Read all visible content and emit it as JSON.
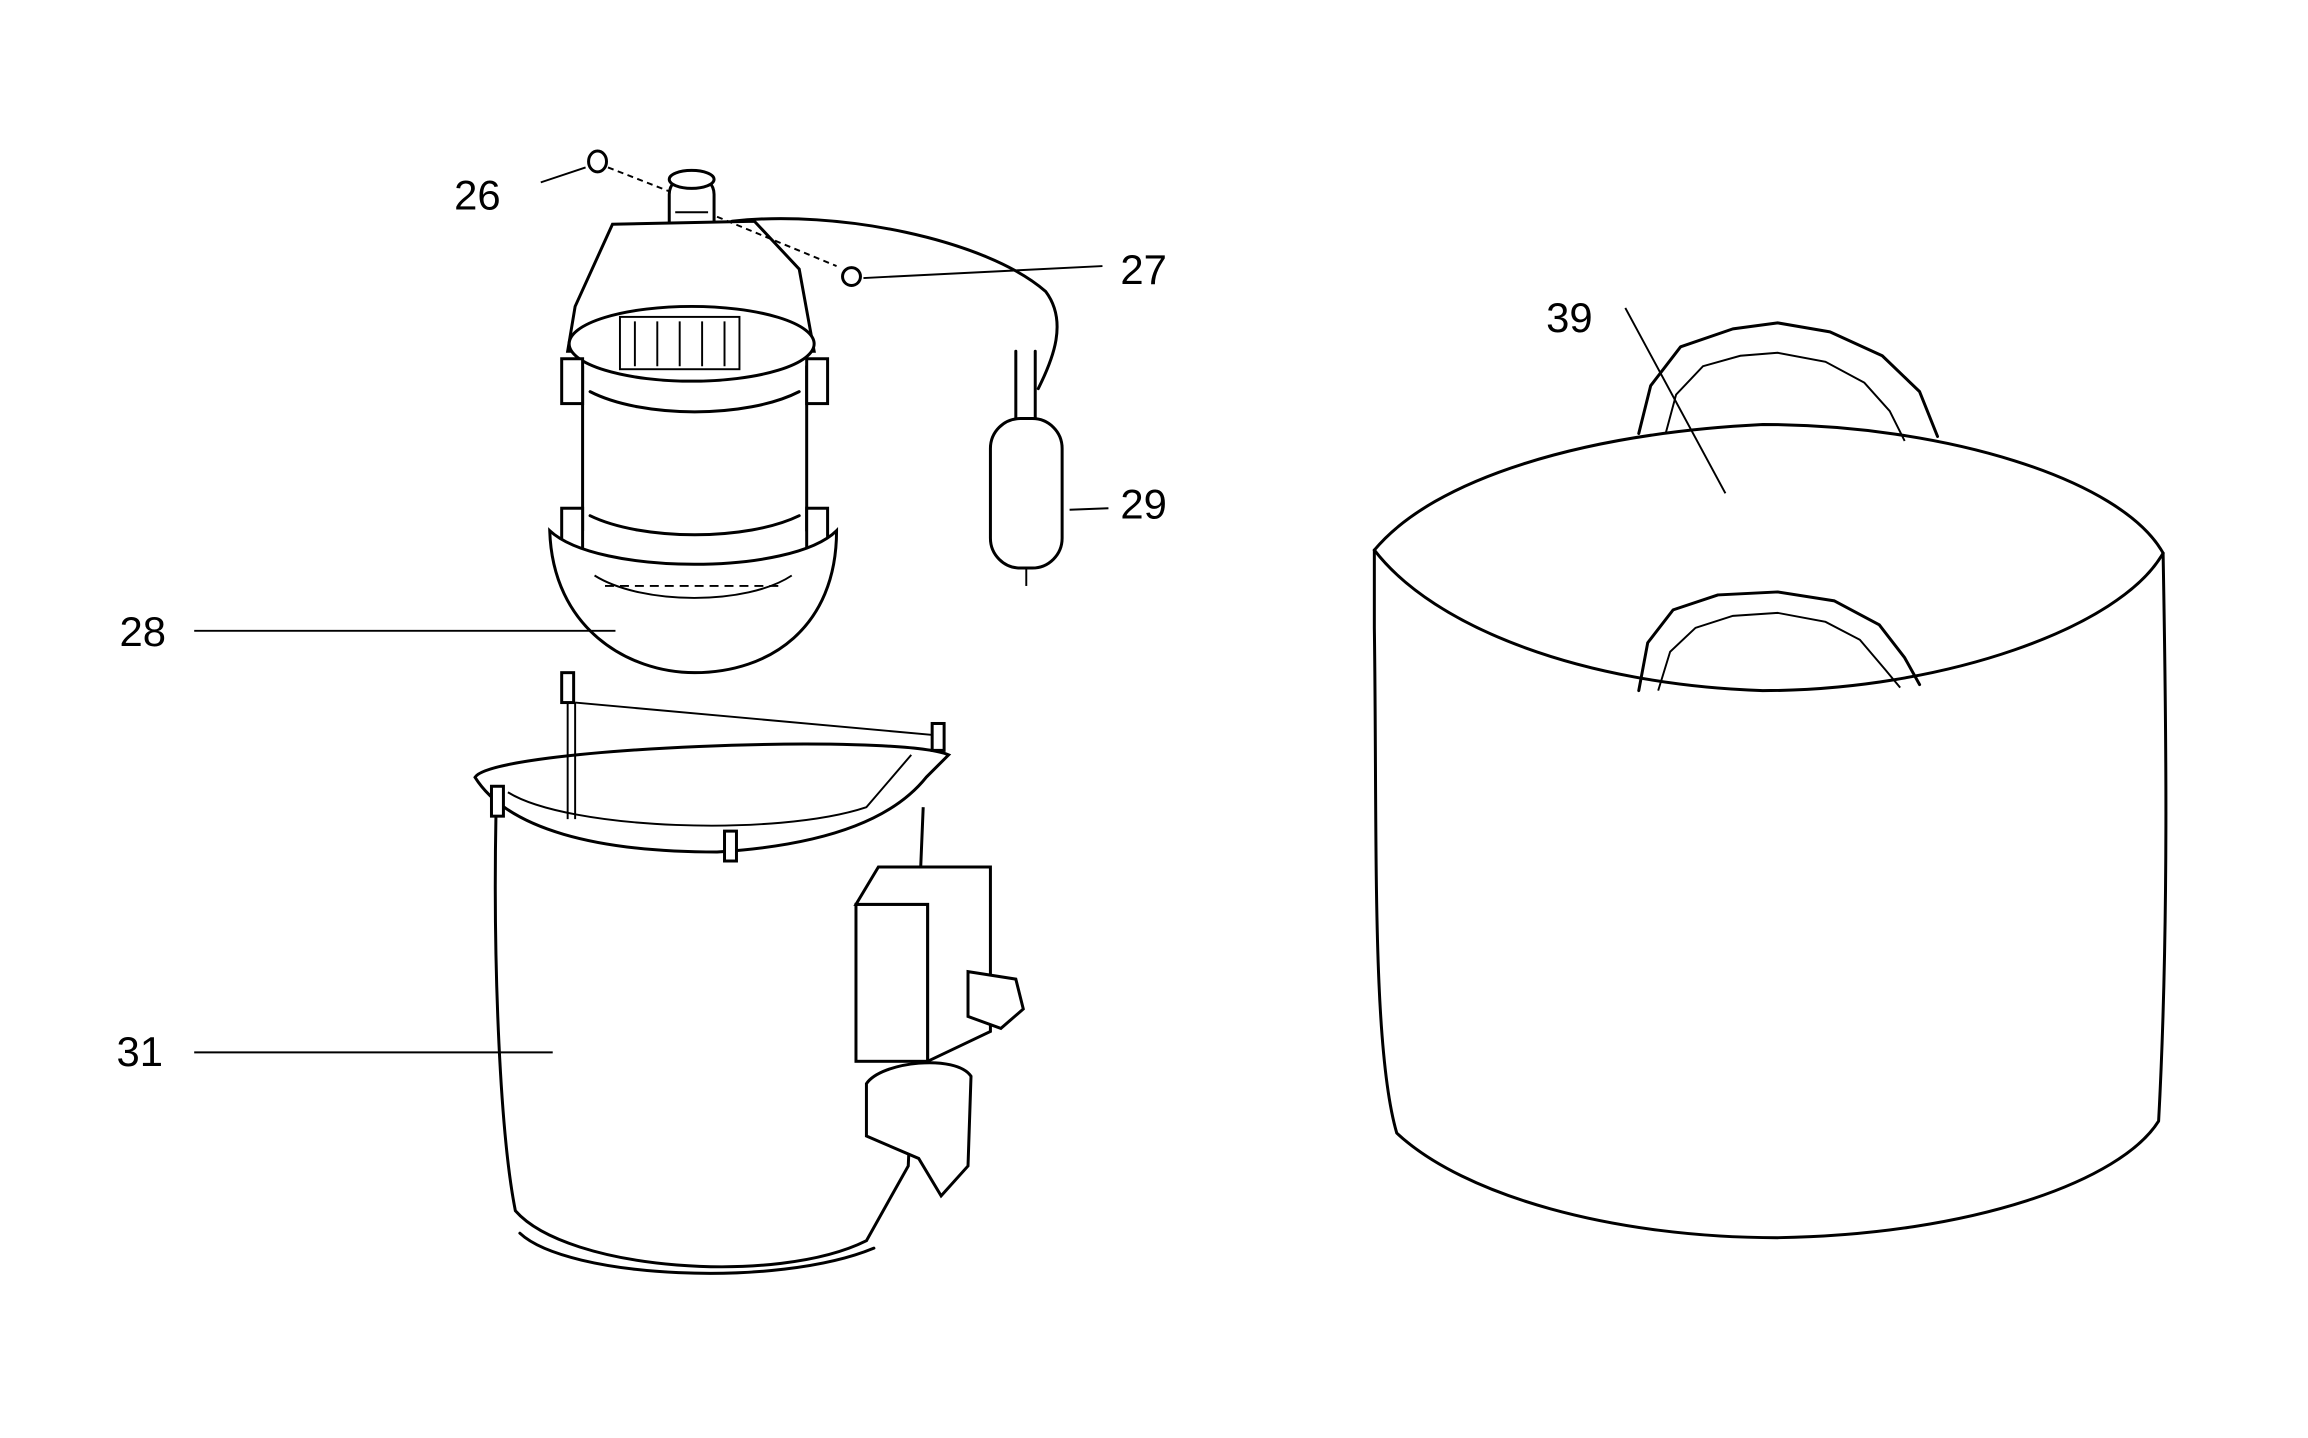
{
  "figure": {
    "labels": {
      "nut": "26",
      "screw": "27",
      "motor": "28",
      "capacitor": "29",
      "housing": "31",
      "filter_bag": "39"
    }
  }
}
